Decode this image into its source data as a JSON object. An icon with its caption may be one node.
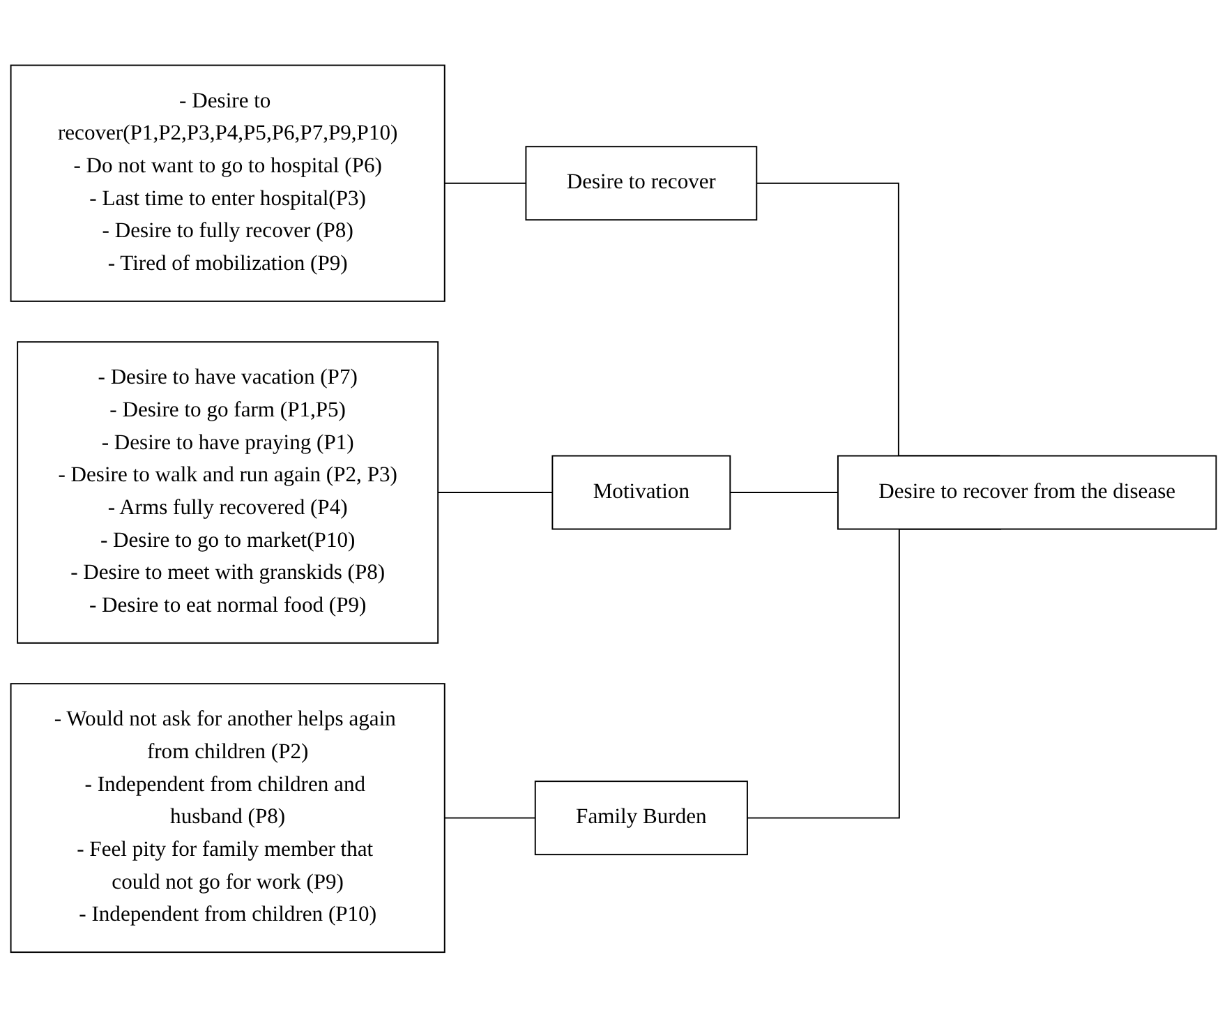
{
  "diagram": {
    "nodes": [
      {
        "text": [
          "- Desire to recover(P1,P2,P3,P4,P5,P6,P7,P9,P10)",
          "- Do not want to go to hospital (P6)",
          "- Last time to enter hospital(P3)",
          "- Desire to fully recover (P8)",
          "- Tired of mobilization (P9)"
        ]
      },
      {
        "text": [
          "Desire to recover"
        ]
      },
      {
        "text": [
          "- Desire to have vacation (P7)",
          "- Desire to go farm (P1,P5)",
          "- Desire to have praying (P1)",
          "- Desire to walk and run again (P2, P3)",
          "- Arms fully recovered (P4)",
          "- Desire to go to market(P10)",
          "- Desire to meet with granskids (P8)",
          "- Desire to eat normal food (P9)"
        ]
      },
      {
        "text": [
          "Motivation"
        ]
      },
      {
        "text": [
          "- Would not ask for another helps again from children (P2)",
          "- Independent from children and husband (P8)",
          "- Feel pity for family member that could not go for work (P9)",
          "- Independent from children (P10)"
        ]
      },
      {
        "text": [
          "Family Burden"
        ]
      },
      {
        "text": [
          "Desire to recover from the disease"
        ]
      }
    ],
    "edges": [
      {
        "from": 0,
        "to": 1,
        "arrow": "none"
      },
      {
        "from": 2,
        "to": 3,
        "arrow": "none"
      },
      {
        "from": 4,
        "to": 5,
        "arrow": "none"
      },
      {
        "from": 1,
        "to": 6,
        "arrow": "none"
      },
      {
        "from": 3,
        "to": 6,
        "arrow": "none"
      },
      {
        "from": 5,
        "to": 6,
        "arrow": "none"
      }
    ]
  }
}
